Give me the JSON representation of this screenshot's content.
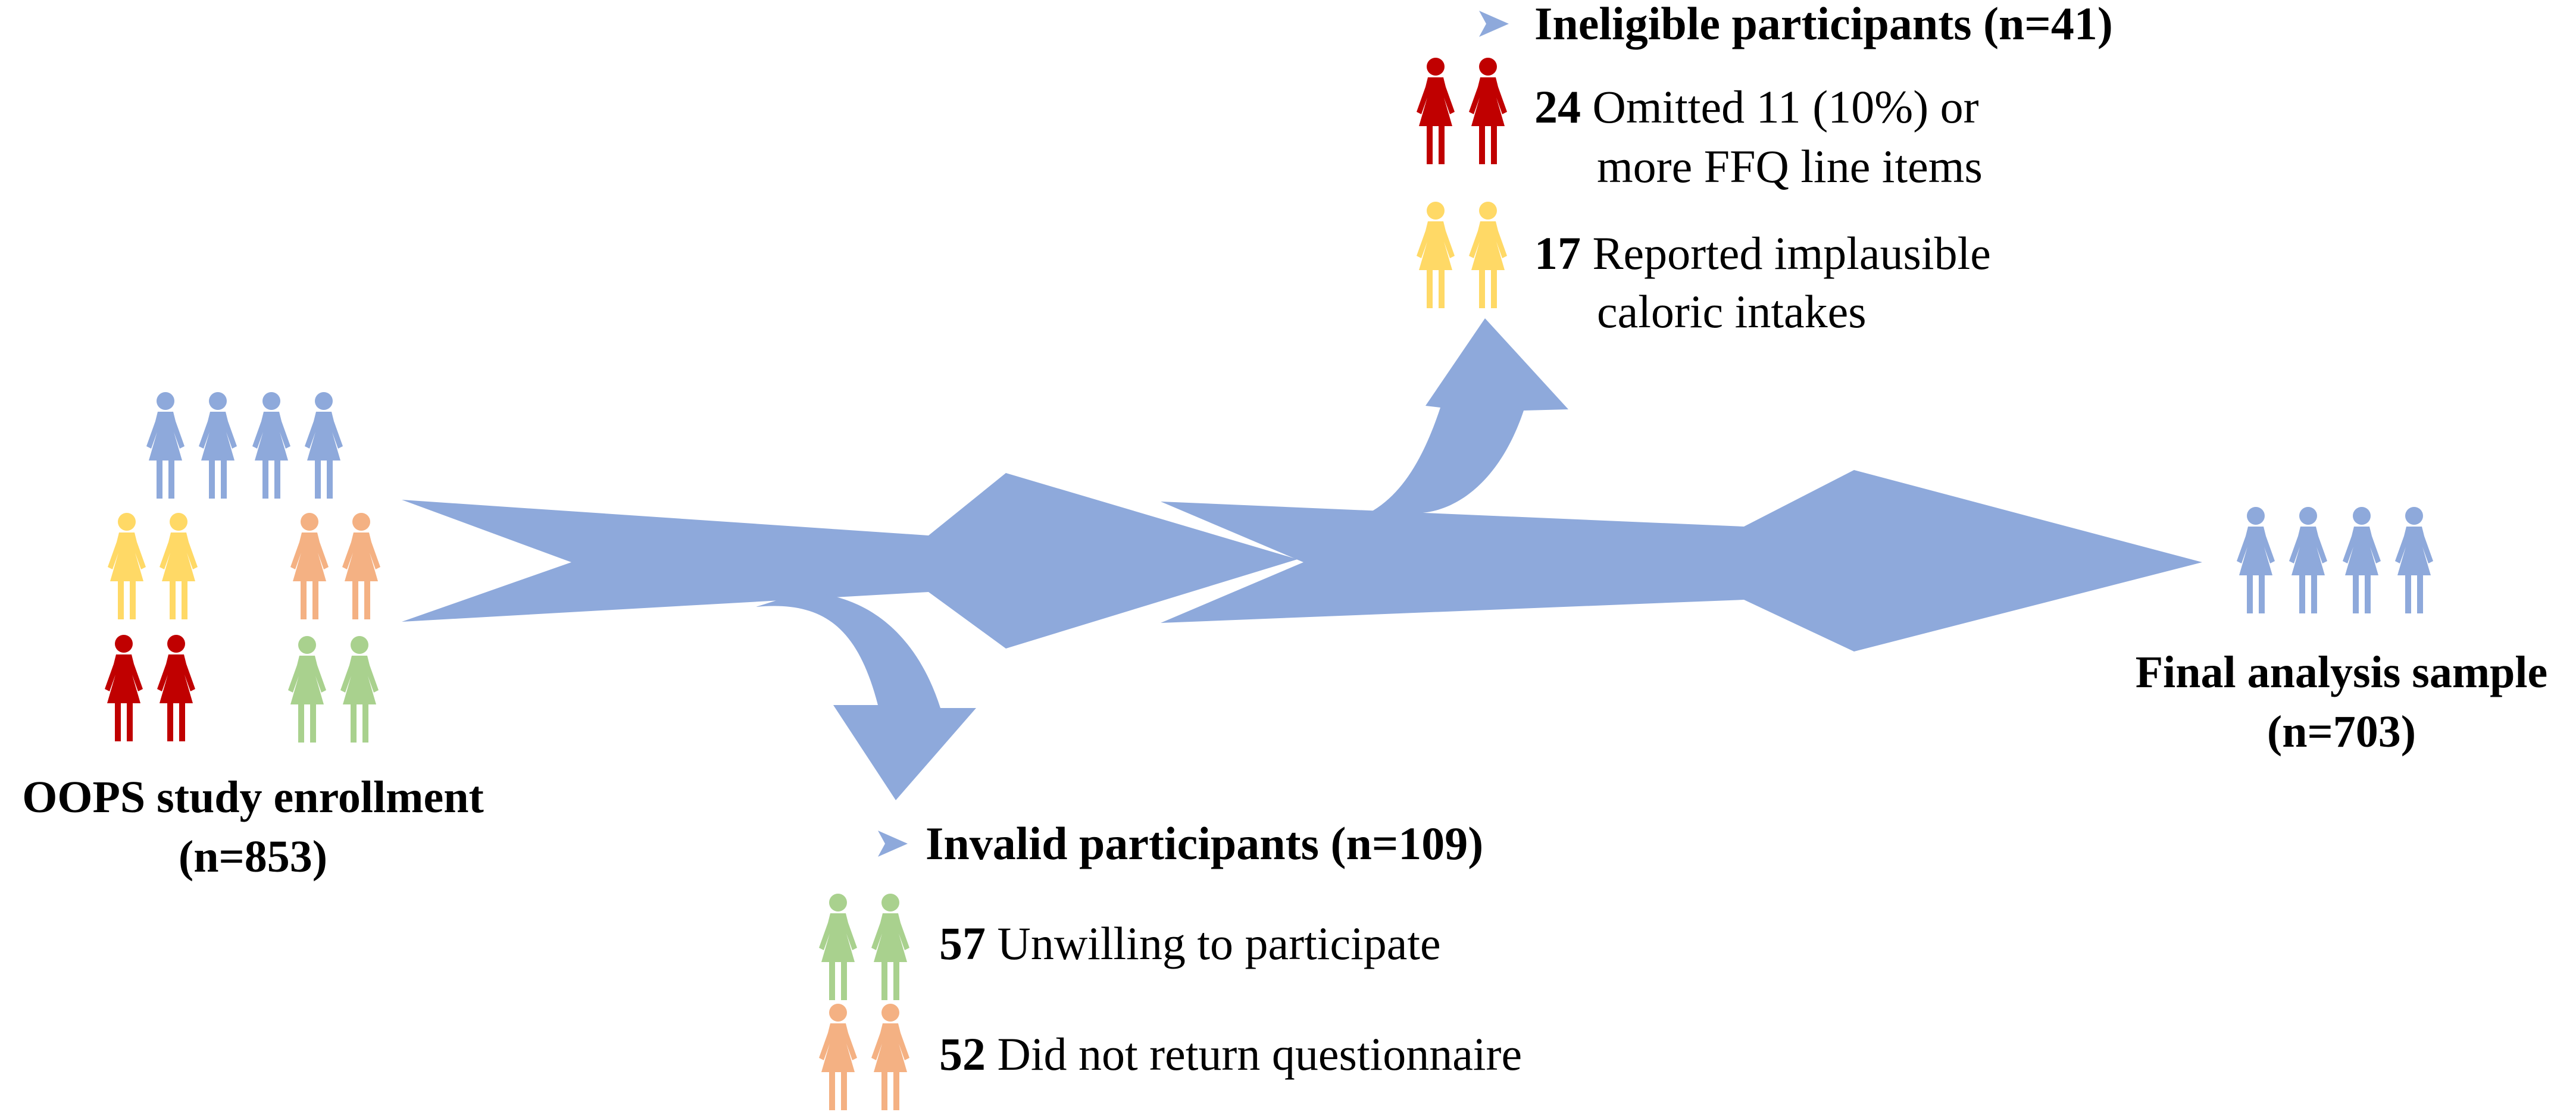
{
  "colors": {
    "blue": "#8EA9DB",
    "yellow": "#FFD966",
    "orange": "#F4B183",
    "red": "#C00000",
    "green": "#A9D18E"
  },
  "icons": {
    "person": "female-figure-icon",
    "bullet": "chevron-right-icon"
  },
  "enrollment": {
    "title": "OOPS study enrollment",
    "count": "(n=853)"
  },
  "ineligible": {
    "header": "Ineligible participants (n=41)",
    "items": [
      {
        "count": "24",
        "line1": "Omitted 11 (10%) or",
        "line2": "more FFQ line items",
        "color": "#C00000"
      },
      {
        "count": "17",
        "line1": "Reported implausible",
        "line2": "caloric intakes",
        "color": "#FFD966"
      }
    ]
  },
  "invalid": {
    "header": "Invalid participants (n=109)",
    "items": [
      {
        "count": "57",
        "text": "Unwilling to participate",
        "color": "#A9D18E"
      },
      {
        "count": "52",
        "text": "Did not return questionnaire",
        "color": "#F4B183"
      }
    ]
  },
  "final": {
    "title": "Final analysis sample",
    "count": "(n=703)"
  }
}
